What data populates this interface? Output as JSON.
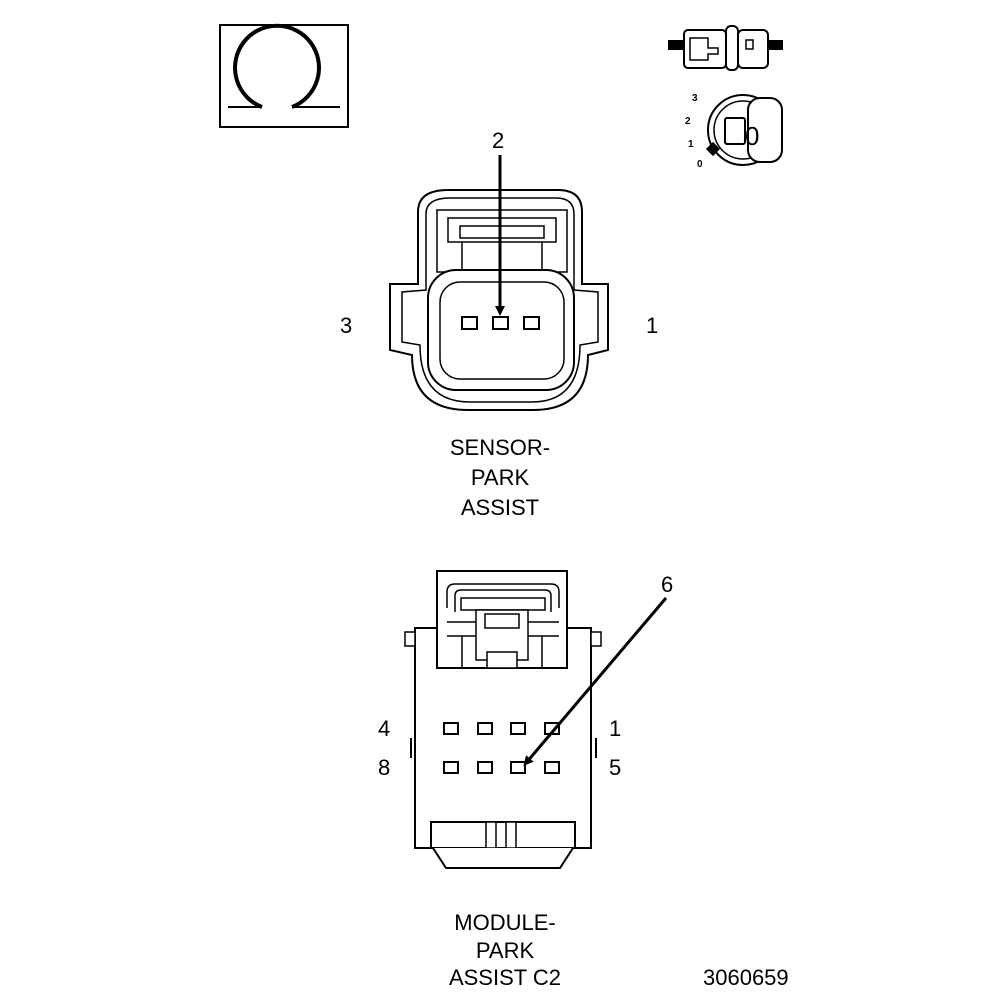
{
  "sensor": {
    "pin_left": "3",
    "pin_right": "1",
    "callout": "2",
    "caption": [
      "SENSOR-",
      "PARK",
      "ASSIST"
    ]
  },
  "module": {
    "row1_left": "4",
    "row1_right": "1",
    "row2_left": "8",
    "row2_right": "5",
    "callout": "6",
    "caption": [
      "MODULE-",
      "PARK",
      "ASSIST C2"
    ]
  },
  "lock_dial": {
    "ticks": [
      "3",
      "2",
      "1",
      "0"
    ],
    "key": "0"
  },
  "figure_number": "3060659",
  "icons": [
    "terminal-view-omega-icon",
    "connector-lock-icon",
    "lock-dial-icon"
  ],
  "colors": {
    "ink": "#000000",
    "fill": "#ffffff",
    "shade": "#e6e6e6"
  }
}
